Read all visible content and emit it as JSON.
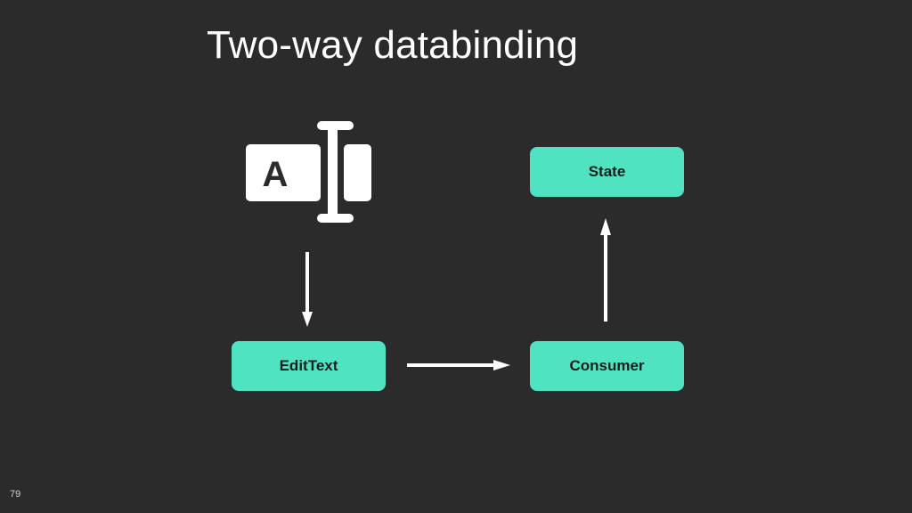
{
  "title": "Two-way databinding",
  "page_number": "79",
  "text_field_icon": {
    "icon": "text-field-icon",
    "letter": "A"
  },
  "nodes": {
    "state": "State",
    "edittext": "EditText",
    "consumer": "Consumer"
  },
  "colors": {
    "background": "#2b2b2b",
    "node_fill": "#50e3c2",
    "arrow": "#ffffff",
    "icon": "#ffffff"
  },
  "edges": [
    {
      "from": "text-field-icon",
      "to": "EditText"
    },
    {
      "from": "EditText",
      "to": "Consumer"
    },
    {
      "from": "Consumer",
      "to": "State"
    }
  ]
}
